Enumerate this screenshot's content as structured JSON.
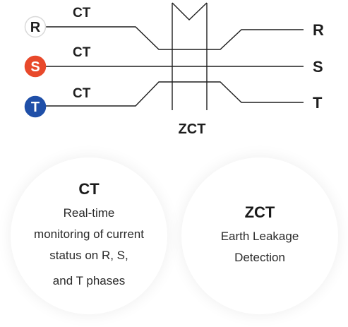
{
  "diagram": {
    "ct_label": "CT",
    "zct_label": "ZCT",
    "phases": [
      {
        "left_badge": "R",
        "right_label": "R",
        "badge_fill": "#ffffff",
        "badge_text": "#1e1e1e",
        "badge_stroke": "#d9d9d9"
      },
      {
        "left_badge": "S",
        "right_label": "S",
        "badge_fill": "#e8492b",
        "badge_text": "#ffffff",
        "badge_stroke": "#e8492b"
      },
      {
        "left_badge": "T",
        "right_label": "T",
        "badge_fill": "#1f4fa8",
        "badge_text": "#ffffff",
        "badge_stroke": "#1f4fa8"
      }
    ]
  },
  "cards": {
    "ct": {
      "title": "CT",
      "lines": [
        "Real-time",
        "monitoring of current",
        "status on R, S,",
        "and T phases"
      ]
    },
    "zct": {
      "title": "ZCT",
      "lines": [
        "Earth Leakage",
        "Detection"
      ]
    }
  }
}
